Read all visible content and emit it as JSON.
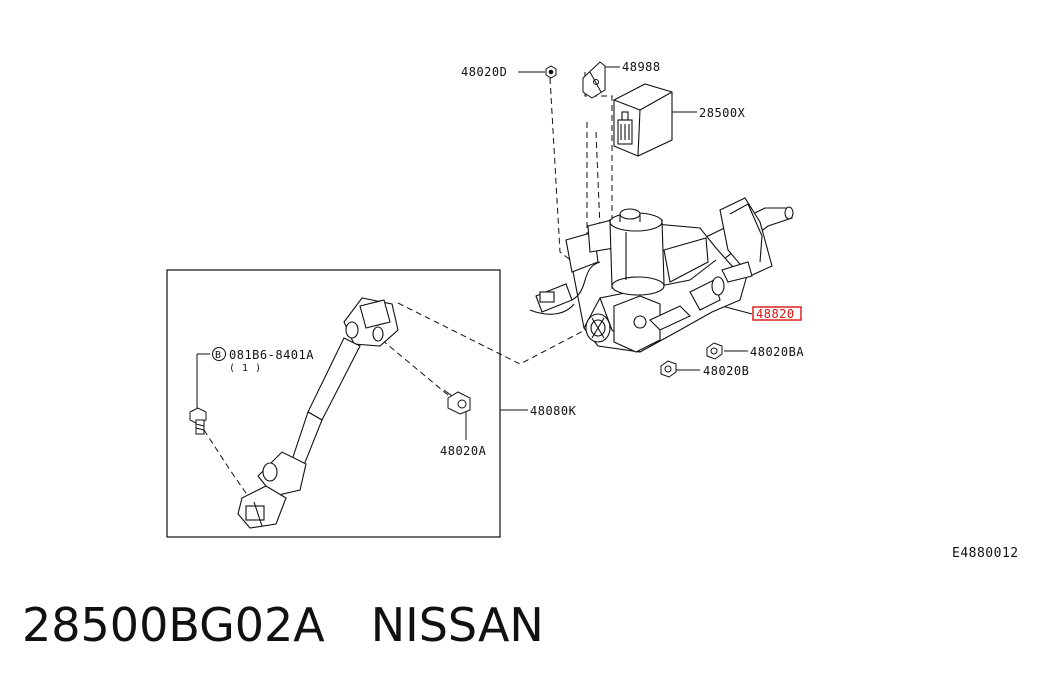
{
  "labels": {
    "p48020D": "48020D",
    "p48988": "48988",
    "p28500X": "28500X",
    "p48820": "48820",
    "p48020BA": "48020BA",
    "p48020B": "48020B",
    "p48080K": "48080K",
    "p48020A": "48020A",
    "bolt_code": "081B6-8401A",
    "bolt_circle": "B",
    "bolt_qty": "( 1 )"
  },
  "diagram_id": "E4880012",
  "footer": {
    "part_number": "28500BG02A",
    "brand": "NISSAN"
  },
  "colors": {
    "line": "#111111",
    "highlight": "#dd1111"
  }
}
